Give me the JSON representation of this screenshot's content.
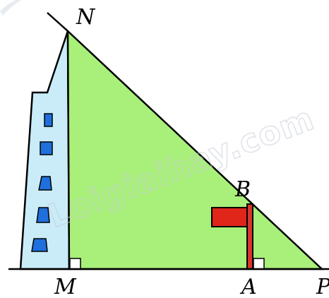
{
  "figure": {
    "points": {
      "N": "N",
      "B": "B",
      "M": "M",
      "A": "A",
      "P": "P"
    },
    "watermark": "Loigiaihay.com",
    "colors": {
      "triangle_fill": "#a8f07a",
      "building_fill": "#c9ecf8",
      "window_fill": "#1f6fdc",
      "flag_fill": "#e0251b",
      "pole_fill": "#d9342b",
      "line": "#000000"
    }
  }
}
